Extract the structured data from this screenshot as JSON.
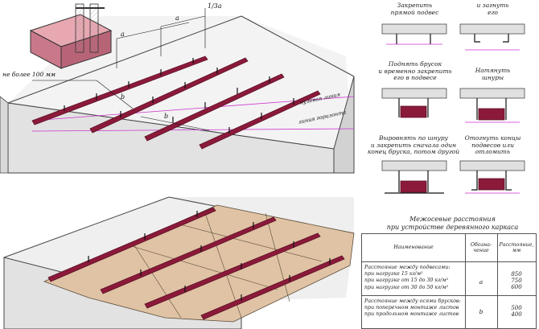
{
  "dimensions": {
    "a_top": "a",
    "a_mid": "a",
    "third_a": "1/3a",
    "b_upper": "b",
    "b_lower": "b",
    "max_edge": "не более 100 мм"
  },
  "wall_lines": {
    "zero_line": "нулевая линия",
    "horizon_line": "линия горизонта"
  },
  "steps": [
    {
      "label_lines": [
        "Закрепить",
        "прямой подвес"
      ]
    },
    {
      "label_lines": [
        "и загнуть",
        "его"
      ]
    },
    {
      "label_lines": [
        "Поднять брусок",
        "и временно закрепить",
        "его в подвесе"
      ]
    },
    {
      "label_lines": [
        "Натянуть",
        "шнуры"
      ]
    },
    {
      "label_lines": [
        "Выровнять по шнуру",
        "и закрепить сначала один",
        "конец бруска, потом другой"
      ]
    },
    {
      "label_lines": [
        "Отогнуть концы",
        "подвесов или",
        "отломить"
      ]
    }
  ],
  "table": {
    "title_lines": [
      "Межосевые расстояния",
      "при устройстве деревянного каркаса"
    ],
    "headers": [
      "Наименование",
      "Обозна-\nчение",
      "Расстояние,\nмм"
    ],
    "rows": [
      {
        "name_lines": [
          "Расстояние между подвесами:",
          "при нагрузке 15 кг/м²",
          "при нагрузке от 15 до 30 кг/м²",
          "при нагрузке от 30 до 50 кг/м²"
        ],
        "symbol": "a",
        "values": [
          "850",
          "750",
          "600"
        ]
      },
      {
        "name_lines": [
          "Расстояние между осями брусков:",
          "при поперечном монтаже листов",
          "при продольном монтаже листов"
        ],
        "symbol": "b",
        "values": [
          "500",
          "400"
        ]
      }
    ]
  },
  "colors": {
    "beam": "#8b1a3a",
    "beam_dark": "#5a0f25",
    "wall": "#e6e6e6",
    "board": "#dfc3a4",
    "guide": "#cc33cc"
  }
}
